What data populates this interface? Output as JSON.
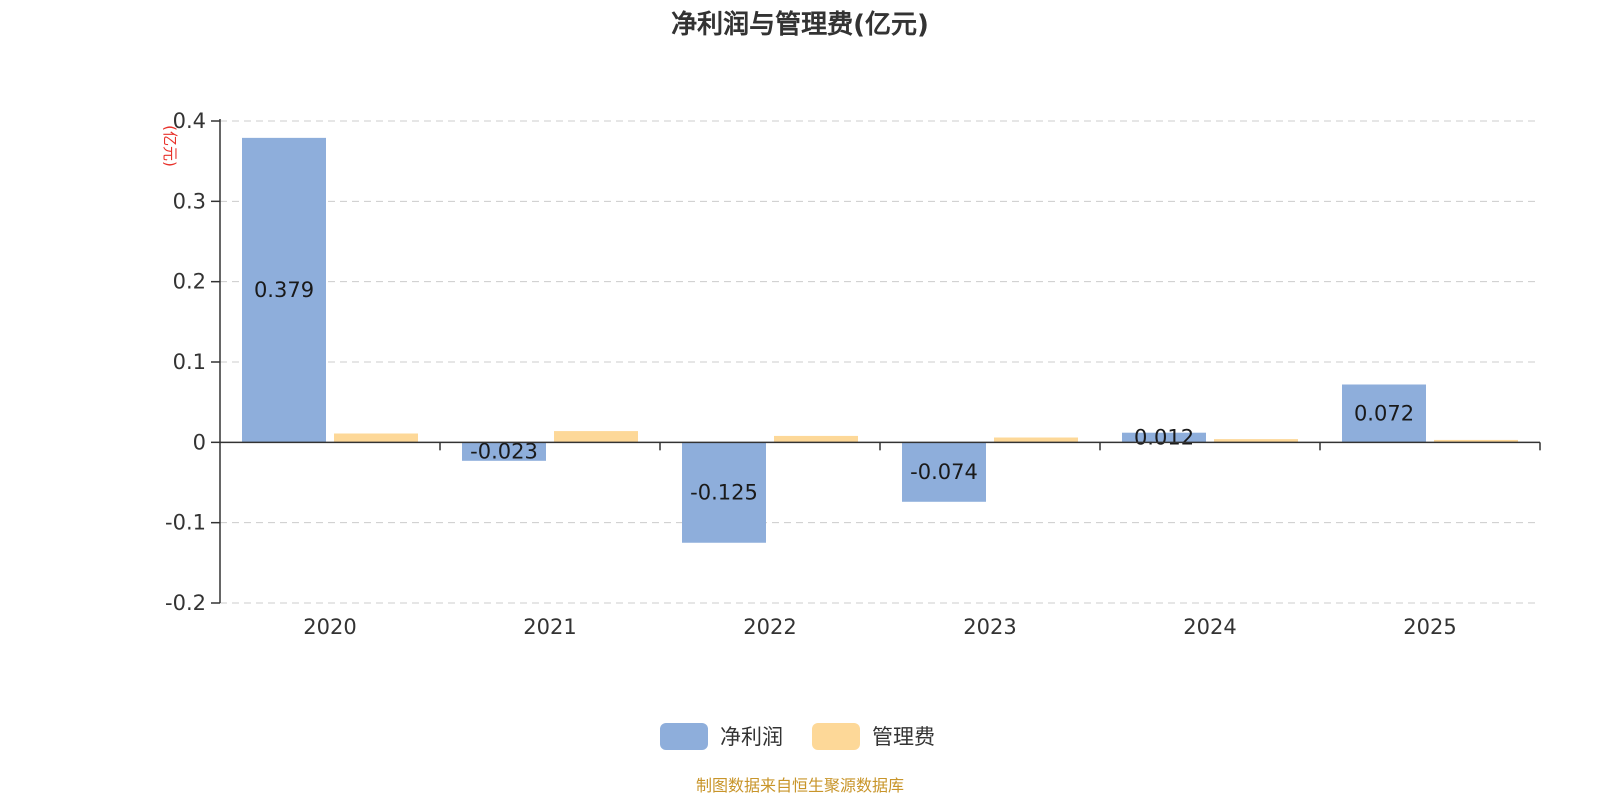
{
  "chart_data": {
    "type": "bar",
    "title": "净利润与管理费(亿元)",
    "y_unit": "(亿元)",
    "categories": [
      "2020",
      "2021",
      "2022",
      "2023",
      "2024",
      "2025"
    ],
    "series": [
      {
        "name": "净利润",
        "color": "#8eaedb",
        "values": [
          0.379,
          -0.023,
          -0.125,
          -0.074,
          0.012,
          0.072
        ],
        "data_labels": [
          "0.379",
          "-0.023",
          "-0.125",
          "-0.074",
          "0.012",
          "0.072"
        ]
      },
      {
        "name": "管理费",
        "color": "#fdd898",
        "values": [
          0.011,
          0.014,
          0.008,
          0.006,
          0.004,
          0.003
        ]
      }
    ],
    "ylim": [
      -0.2,
      0.4
    ],
    "yticks": [
      -0.2,
      -0.1,
      0,
      0.1,
      0.2,
      0.3,
      0.4
    ],
    "ytick_labels": [
      "-0.2",
      "-0.1",
      "0",
      "0.1",
      "0.2",
      "0.3",
      "0.4"
    ],
    "grid": true,
    "legend_position": "bottom-center"
  },
  "source": {
    "text": "制图数据来自恒生聚源数据库",
    "color": "#c8952a"
  }
}
